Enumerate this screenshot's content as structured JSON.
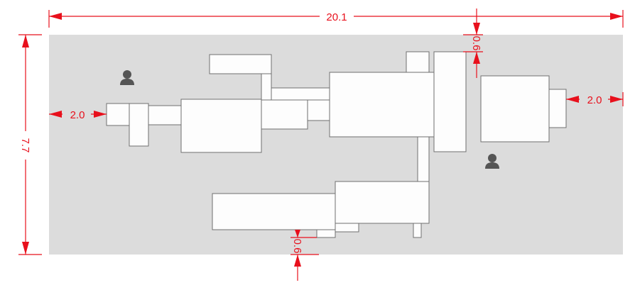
{
  "diagram": {
    "type": "equipment-layout",
    "dimensions": {
      "overall_width": "20.1",
      "overall_height": "7.7",
      "left_clearance": "2.0",
      "right_clearance": "2.0",
      "top_clearance": "0.6",
      "bottom_clearance": "0.6"
    },
    "colors": {
      "dimension": "#e8101c",
      "floor": "#dcdcdc",
      "equipment_fill": "#fdfdfd",
      "equipment_stroke": "#707070",
      "operator": "#555555"
    },
    "operator_count": 2
  }
}
